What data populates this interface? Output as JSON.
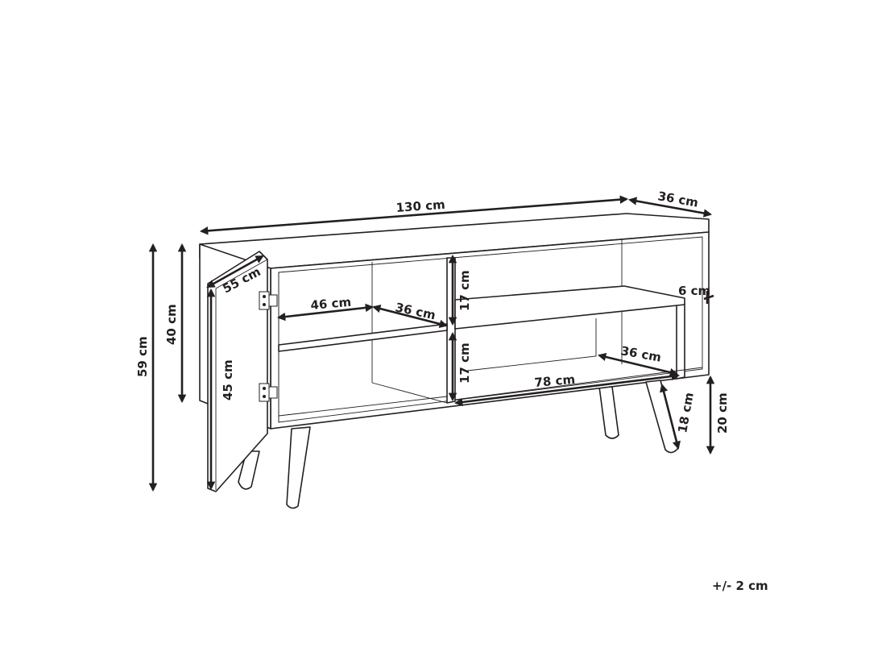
{
  "dimensions": {
    "width_total": "130 cm",
    "depth_top": "36 cm",
    "height_total": "59 cm",
    "height_cabinet": "40 cm",
    "door_depth": "55 cm",
    "door_height": "45 cm",
    "shelf_width_left": "46 cm",
    "shelf_depth_left": "36 cm",
    "upper_compartment_height": "17 cm",
    "lower_compartment_height": "17 cm",
    "side_thickness": "6 cm",
    "lower_depth_right": "36 cm",
    "lower_width": "78 cm",
    "leg_length": "18 cm",
    "leg_height": "20 cm"
  },
  "tolerance": "+/- 2 cm",
  "colors": {
    "line": "#231f20",
    "background": "#ffffff"
  }
}
